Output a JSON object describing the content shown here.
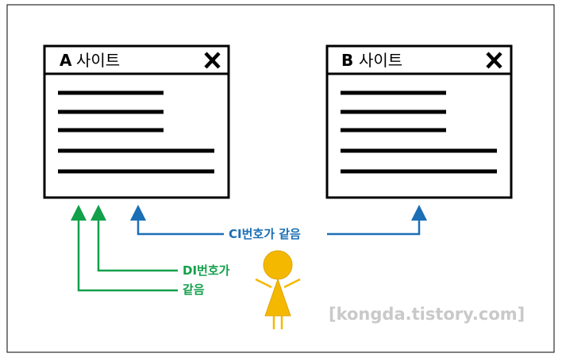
{
  "site_a": {
    "letter": "A",
    "title": "사이트"
  },
  "site_b": {
    "letter": "B",
    "title": "사이트"
  },
  "labels": {
    "ci": "CI번호가 같음",
    "di_line1": "DI번호가",
    "di_line2": "같음"
  },
  "watermark": "[kongda.tistory.com]",
  "colors": {
    "ci_arrow": "#1a6fb5",
    "di_arrow": "#12a04a",
    "person": "#f5b800",
    "frame": "#000000"
  },
  "icons": {
    "close": "close-icon",
    "person": "person-icon"
  }
}
